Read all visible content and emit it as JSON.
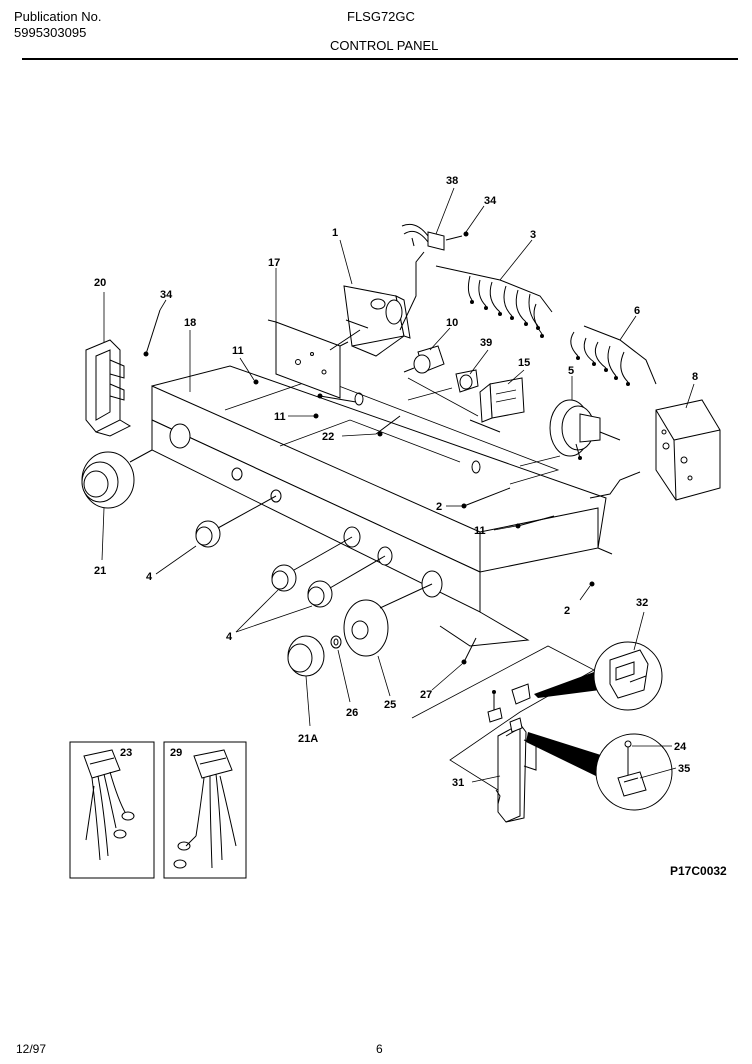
{
  "header": {
    "publication_label": "Publication No.",
    "publication_number": "5995303095",
    "model": "FLSG72GC",
    "section_title": "CONTROL PANEL"
  },
  "diagram_code": "P17C0032",
  "footer": {
    "date": "12/97",
    "page_number": "6"
  },
  "callouts": {
    "c1": "1",
    "c2a": "2",
    "c2b": "2",
    "c3": "3",
    "c4a": "4",
    "c4b": "4",
    "c5": "5",
    "c6": "6",
    "c8": "8",
    "c10": "10",
    "c11a": "11",
    "c11b": "11",
    "c11c": "11",
    "c15": "15",
    "c17": "17",
    "c18": "18",
    "c20": "20",
    "c21": "21",
    "c21a": "21A",
    "c22": "22",
    "c23": "23",
    "c24": "24",
    "c25": "25",
    "c26": "26",
    "c27": "27",
    "c29": "29",
    "c31": "31",
    "c32": "32",
    "c34a": "34",
    "c34b": "34",
    "c35": "35",
    "c38": "38",
    "c39": "39"
  }
}
